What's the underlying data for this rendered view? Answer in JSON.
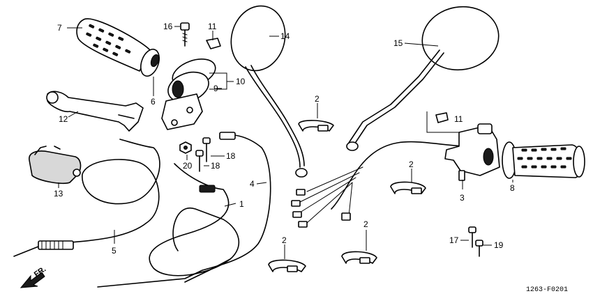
{
  "diagram": {
    "drawing_code": "1263-F0201",
    "direction_label": "FR.",
    "callouts": {
      "c1": "1",
      "c2a": "2",
      "c2b": "2",
      "c2c": "2",
      "c2d": "2",
      "c3": "3",
      "c4": "4",
      "c5": "5",
      "c6": "6",
      "c7": "7",
      "c8": "8",
      "c9": "9",
      "c10": "10",
      "c11a": "11",
      "c11b": "11",
      "c12": "12",
      "c13": "13",
      "c14": "14",
      "c15": "15",
      "c16": "16",
      "c17": "17",
      "c18a": "18",
      "c18b": "18",
      "c19": "19",
      "c20": "20"
    }
  }
}
